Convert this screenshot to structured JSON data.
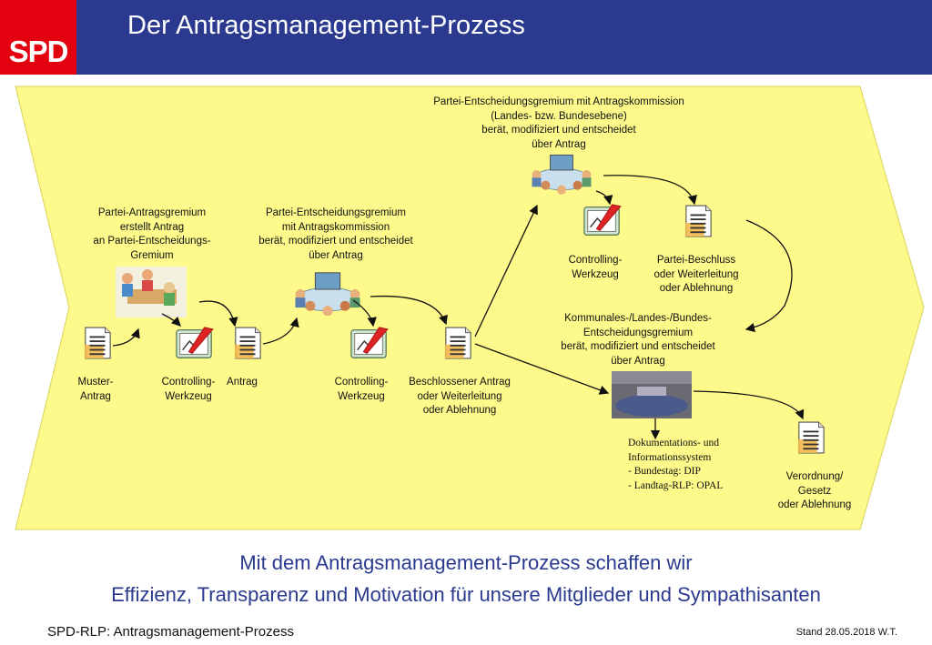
{
  "header": {
    "logo_text": "SPD",
    "title": "Der Antragsmanagement-Prozess"
  },
  "colors": {
    "header_blue": "#2b3a8f",
    "logo_red": "#e3000f",
    "arrow_fill": "#fdf98a",
    "tagline": "#2b3a8f"
  },
  "nodes": {
    "muster": [
      "Muster-",
      "Antrag"
    ],
    "controlling1": [
      "Controlling-",
      "Werkzeug"
    ],
    "antrag": [
      "Antrag"
    ],
    "controlling2": [
      "Controlling-",
      "Werkzeug"
    ],
    "beschlossen": [
      "Beschlossener Antrag",
      "oder Weiterleitung",
      "oder Ablehnung"
    ],
    "gremium1": [
      "Partei-Antragsgremium",
      "erstellt Antrag",
      "an Partei-Entscheidungs-",
      "Gremium"
    ],
    "gremium2": [
      "Partei-Entscheidungsgremium",
      "mit Antragskommission",
      "berät, modifiziert und entscheidet",
      "über Antrag"
    ],
    "gremium3": [
      "Partei-Entscheidungsgremium mit Antragskommission",
      "(Landes- bzw. Bundesebene)",
      "berät, modifiziert und entscheidet",
      "über Antrag"
    ],
    "controlling3": [
      "Controlling-",
      "Werkzeug"
    ],
    "parteibeschluss": [
      "Partei-Beschluss",
      "oder Weiterleitung",
      "oder Ablehnung"
    ],
    "kommunal": [
      "Kommunales-/Landes-/Bundes-",
      "Entscheidungsgremium",
      "berät, modifiziert und entscheidet",
      "über Antrag"
    ],
    "dokumentation": [
      "Dokumentations- und",
      "Informationssystem",
      "- Bundestag: DIP",
      "- Landtag-RLP: OPAL"
    ],
    "verordnung": [
      "Verordnung/",
      "Gesetz",
      "oder Ablehnung"
    ]
  },
  "tagline": {
    "line1": "Mit dem Antragsmanagement-Prozess schaffen wir",
    "line2": "Effizienz, Transparenz und Motivation für unsere Mitglieder und Sympathisanten"
  },
  "footer": {
    "left": "SPD-RLP: Antragsmanagement-Prozess",
    "right": "Stand 28.05.2018 W.T."
  }
}
